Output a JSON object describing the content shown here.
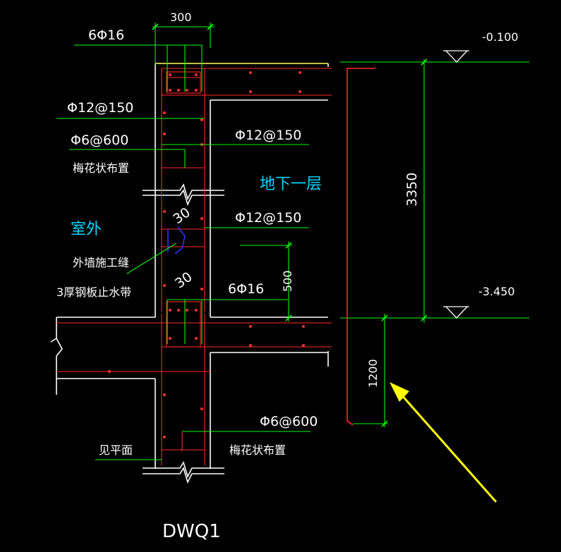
{
  "labels": {
    "dim_300": "300",
    "rebar_top_6phi16": "6Φ16",
    "rebar_phi12_150_a": "Φ12@150",
    "rebar_phi6_600_a": "Φ6@600",
    "plum_layout_a": "梅花状布置",
    "rebar_phi12_150_b": "Φ12@150",
    "basement_floor": "地下一层",
    "outdoor": "室外",
    "rebar_phi12_150_c": "Φ12@150",
    "dim_30_top": "30",
    "wall_construction_joint": "外墙施工缝",
    "steel_waterstop": "3厚钢板止水带",
    "dim_30_bottom": "30",
    "dim_500": "500",
    "rebar_bot_6phi16": "6Φ16",
    "elev_top": "-0.100",
    "dim_3350": "3350",
    "elev_bottom": "-3.450",
    "dim_1200": "1200",
    "rebar_phi6_600_b": "Φ6@600",
    "see_plan": "见平面",
    "plum_layout_b": "梅花状布置",
    "drawing_title": "DWQ1"
  },
  "colors": {
    "background": "#000000",
    "concrete_outline": "#ffffff",
    "rebar": "#ff2020",
    "dimension": "#00ff00",
    "cyan_text": "#00d8ff",
    "waterstop": "#2030ff",
    "elev_edge": "#ffff00",
    "arrow": "#ffff00"
  }
}
